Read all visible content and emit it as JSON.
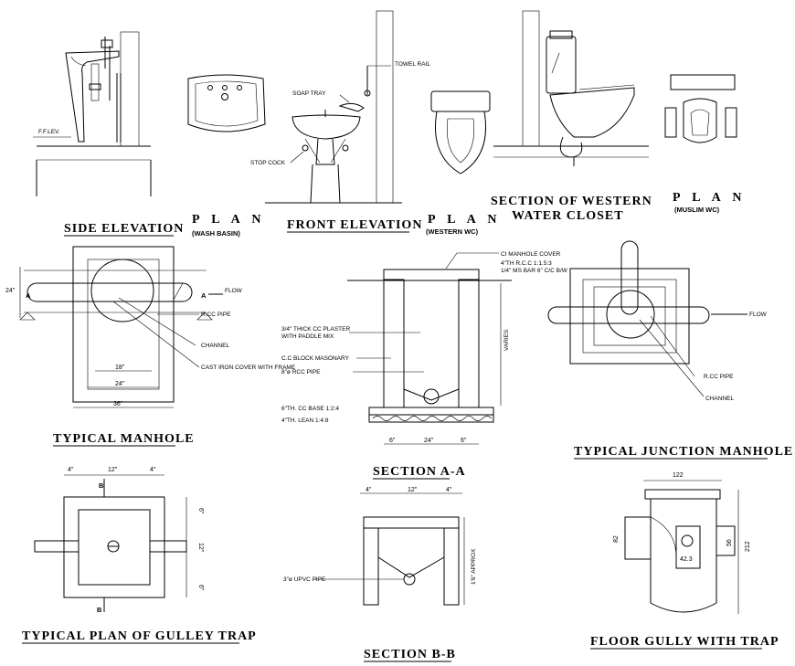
{
  "titles": {
    "side_elevation": "SIDE ELEVATION",
    "plan_wash": "P L A N",
    "plan_wash_sub": "(WASH BASIN)",
    "front_elevation": "FRONT ELEVATION",
    "plan_western": "P L A N",
    "plan_western_sub": "(WESTERN WC)",
    "section_western_1": "SECTION OF WESTERN",
    "section_western_2": "WATER CLOSET",
    "plan_muslim": "P L A N",
    "plan_muslim_sub": "(MUSLIM WC)",
    "typical_manhole": "TYPICAL MANHOLE",
    "section_aa": "SECTION A-A",
    "typical_junction": "TYPICAL JUNCTION MANHOLE",
    "gulley_plan": "TYPICAL PLAN OF GULLEY TRAP",
    "section_bb": "SECTION B-B",
    "floor_gully": "FLOOR GULLY WITH TRAP"
  },
  "labels": {
    "ffl": "F.F.LEV.",
    "towel_rail": "TOWEL RAIL",
    "soap_tray": "SOAP TRAY",
    "stop_cock": "STOP COCK",
    "flow": "FLOW",
    "rcc_pipe": "R.CC PIPE",
    "channel": "CHANNEL",
    "cast_iron_cover": "CAST IRON COVER  WITH FRAME",
    "ci_manhole_cover": "CI MANHOLE COVER",
    "rcc_slab_1": "4\"TH R.C.C 1:1.5:3",
    "rcc_slab_2": "1/4\" MS BAR 6\" C/C B/W",
    "plaster_1": "3/4\" THICK CC PLASTER",
    "plaster_2": "WITH PADDLE MIX",
    "block_masonry": "C.C BLOCK MASONARY",
    "rcc_pipe_8": "8\"ø RCC PIPE",
    "cc_base": "6\"TH. CC BASE 1:2:4",
    "lean": "4\"TH. LEAN 1:4:8",
    "varies": "VARIES",
    "rcc_pipe_j": "R.CC PIPE",
    "channel_j": "CHANNEL",
    "upvc_pipe": "3\"ø UPVC PIPE",
    "approx": "1'6\" APPROX",
    "a": "A",
    "b": "B"
  },
  "dims": {
    "mh_24_v": "24\"",
    "mh_18": "18\"",
    "mh_24": "24\"",
    "mh_36": "36\"",
    "aa_6l": "6\"",
    "aa_24": "24\"",
    "aa_6r": "6\"",
    "g_4l": "4\"",
    "g_12": "12\"",
    "g_4r": "4\"",
    "g_6t": "6\"",
    "g_12v": "12\"",
    "g_6b": "6\"",
    "bb_4l": "4\"",
    "bb_12": "12\"",
    "bb_4r": "4\"",
    "fg_122": "122",
    "fg_212": "212",
    "fg_82": "82",
    "fg_56": "56",
    "fg_423": "42.3"
  }
}
